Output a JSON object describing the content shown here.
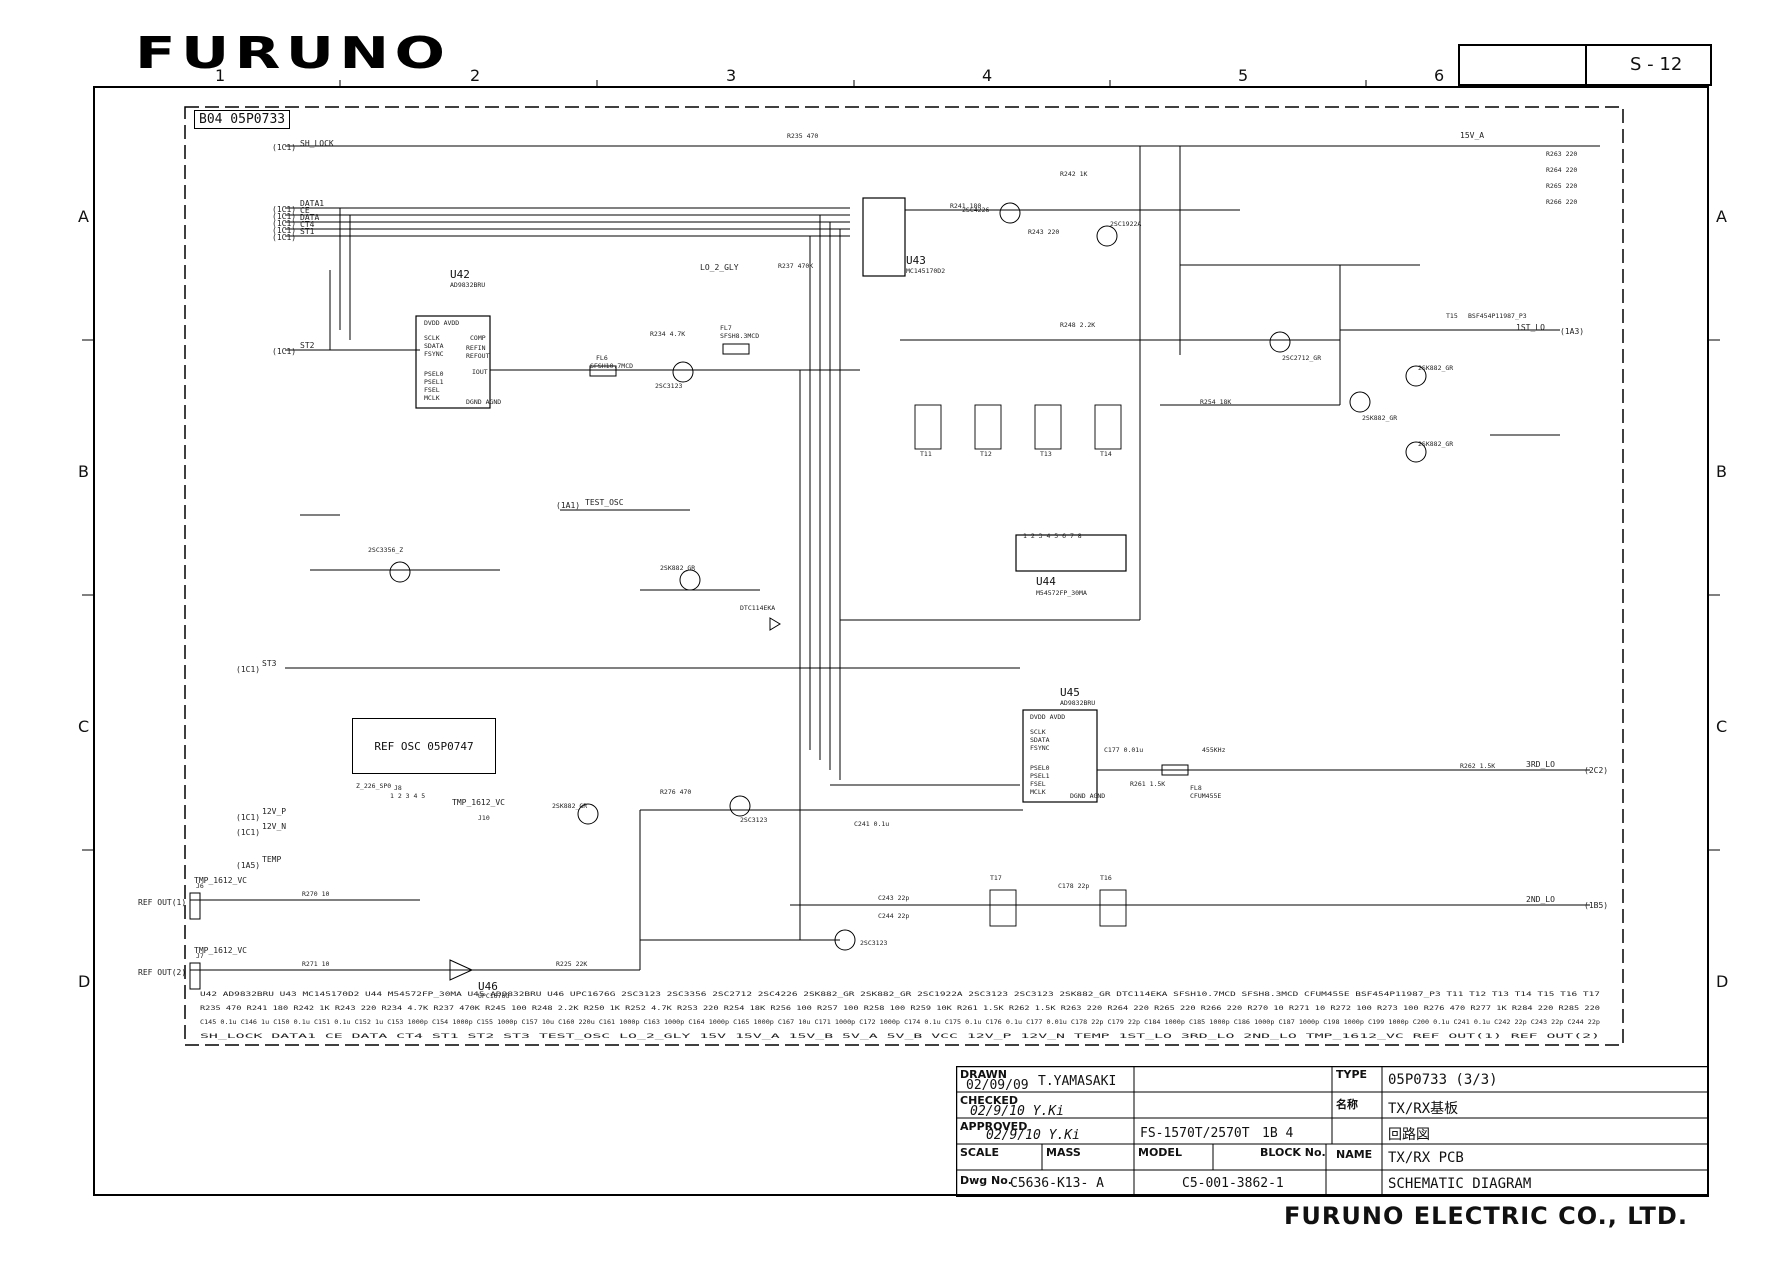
{
  "header": {
    "logo": "FURUNO",
    "sheet_number": "S - 12",
    "column_labels": [
      "1",
      "2",
      "3",
      "4",
      "5",
      "6"
    ],
    "row_labels": [
      "A",
      "B",
      "C",
      "D"
    ]
  },
  "board": {
    "tag": "B04 05P0733",
    "ref_osc": "REF OSC 05P0747"
  },
  "signals": [
    "SH_LOCK",
    "DATA1",
    "CE",
    "DATA",
    "CT4",
    "ST1",
    "ST2",
    "ST3",
    "TEST_OSC",
    "LO_2_GLY",
    "15V",
    "15V_A",
    "15V_B",
    "5V_A",
    "5V_B",
    "VCC",
    "12V_P",
    "12V_N",
    "TEMP",
    "1ST_LO",
    "3RD_LO",
    "2ND_LO",
    "TMP_1612_VC",
    "REF OUT(1)",
    "REF OUT(2)"
  ],
  "components": {
    "ics": [
      {
        "ref": "U42",
        "part": "AD9832BRU"
      },
      {
        "ref": "U43",
        "part": "MC145170D2"
      },
      {
        "ref": "U44",
        "part": "M54572FP_30MA"
      },
      {
        "ref": "U45",
        "part": "AD9832BRU"
      },
      {
        "ref": "U46",
        "part": "UPC1676G"
      }
    ],
    "transistors": [
      "2SC3123",
      "2SC3356",
      "2SC2712",
      "2SC4226",
      "2SK882_GR",
      "2SK882_GR",
      "2SC1922A",
      "2SC3123",
      "2SC3123",
      "2SK882_GR",
      "DTC114EKA"
    ],
    "filters": [
      "SFSH10.7MCD",
      "SFSH8.3MCD",
      "CFUM455E",
      "BSF454P11987_P3"
    ],
    "transformers": [
      "T11",
      "T12",
      "T13",
      "T14",
      "T15",
      "T16",
      "T17"
    ]
  },
  "resistors": [
    "R235 470",
    "R241 180",
    "R242 1K",
    "R243 220",
    "R234 4.7K",
    "R237 470K",
    "R245 100",
    "R248 2.2K",
    "R250 1K",
    "R252 4.7K",
    "R253 220",
    "R254 18K",
    "R256 100",
    "R257 100",
    "R258 100",
    "R259 10K",
    "R261 1.5K",
    "R262 1.5K",
    "R263 220",
    "R264 220",
    "R265 220",
    "R266 220",
    "R270 10",
    "R271 10",
    "R272 100",
    "R273 100",
    "R276 470",
    "R277 1K",
    "R284 220",
    "R285 220"
  ],
  "capacitors": [
    "C145 0.1u",
    "C146 1u",
    "C150 0.1u",
    "C151 0.1u",
    "C152 1u",
    "C153 1000p",
    "C154 1000p",
    "C155 1000p",
    "C157 10u",
    "C160 220u",
    "C161 1000p",
    "C163 1000p",
    "C164 1000p",
    "C165 1000p",
    "C167 10u",
    "C171 1000p",
    "C172 1000p",
    "C174 0.1u",
    "C175 0.1u",
    "C176 0.1u",
    "C177 0.01u",
    "C178 22p",
    "C179 22p",
    "C184 1000p",
    "C185 1000p",
    "C186 1000p",
    "C187 1000p",
    "C198 1000p",
    "C199 1000p",
    "C200 0.1u",
    "C241 0.1u",
    "C242 22p",
    "C243 22p",
    "C244 22p"
  ],
  "title_block": {
    "drawn_label": "DRAWN",
    "drawn_date": "02/09/09",
    "drawn_by": "T.YAMASAKI",
    "checked_label": "CHECKED",
    "checked_value": "02/9/10 Y.Ki",
    "approved_label": "APPROVED",
    "approved_value": "02/9/10 Y.Ki",
    "scale_label": "SCALE",
    "mass_label": "MASS",
    "model_label": "MODEL",
    "model_value": "FS-1570T/2570T",
    "block_label": "BLOCK No.",
    "block_value": "1B 4",
    "dwg_label": "Dwg No.",
    "dwg_value": "C5636-K13- A",
    "dwg_value2": "C5-001-3862-1",
    "type_label": "TYPE",
    "type_value": "05P0733 (3/3)",
    "name_jp_label": "名称",
    "name_jp_value": "TX/RX基板",
    "name_jp_value2": "回路図",
    "name_label": "NAME",
    "name_value": "TX/RX PCB",
    "name_value2": "SCHEMATIC DIAGRAM"
  },
  "footer": {
    "company": "FURUNO ELECTRIC CO., LTD."
  }
}
